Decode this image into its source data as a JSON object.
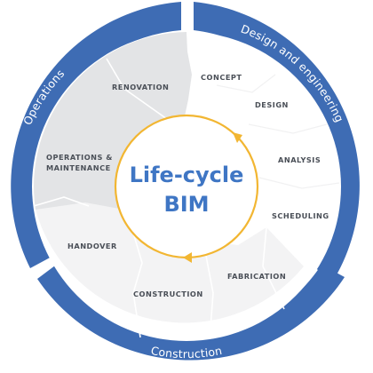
{
  "center": {
    "line1": "Life-cycle",
    "line2": "BIM"
  },
  "ring": {
    "design": "Design and engineering",
    "construction": "Construction",
    "operations": "Operations"
  },
  "phases": {
    "concept": "CONCEPT",
    "design": "DESIGN",
    "analysis": "ANALYSIS",
    "scheduling": "SCHEDULING",
    "fabrication": "FABRICATION",
    "construction": "CONSTRUCTION",
    "handover": "HANDOVER",
    "operations_line1": "OPERATIONS &",
    "operations_line2": "MAINTENANCE",
    "renovation": "RENOVATION"
  },
  "colors": {
    "ring_blue": "#3e6cb4",
    "arrow_circle": "#f2b632",
    "operations_sector": "#e3e4e6",
    "construction_sector": "#f3f3f4",
    "design_sector": "#ffffff",
    "text_dark": "#4a4f57",
    "center_text": "#3f76c4"
  }
}
